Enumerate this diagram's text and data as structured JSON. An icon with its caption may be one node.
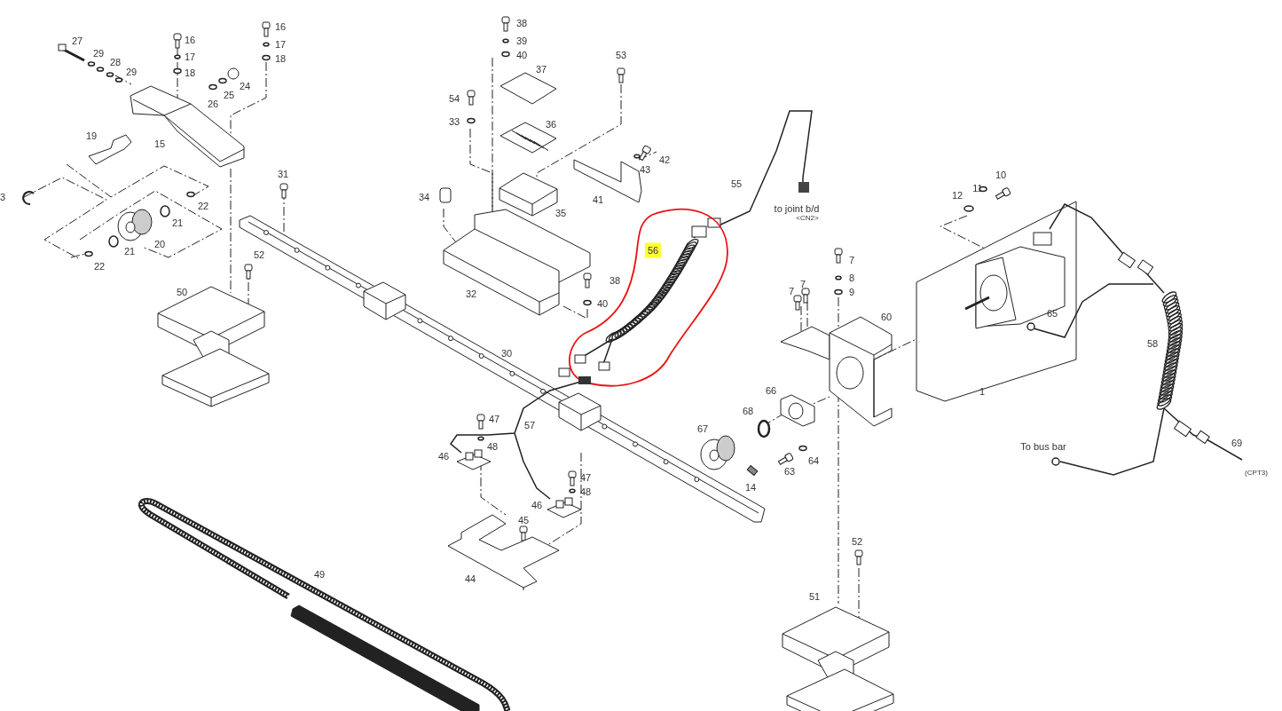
{
  "diagram": {
    "labels": [
      "16",
      "16",
      "38",
      "27",
      "17",
      "17",
      "39",
      "29",
      "28",
      "18",
      "18",
      "40",
      "53",
      "29",
      "24",
      "37",
      "25",
      "26",
      "54",
      "33",
      "36",
      "19",
      "15",
      "42",
      "43",
      "10",
      "31",
      "55",
      "12",
      "11",
      "3",
      "34",
      "22",
      "41",
      "35",
      "to joint b/d",
      "<CN2>",
      "21",
      "56",
      "20",
      "21",
      "52",
      "7",
      "22",
      "8",
      "38",
      "7",
      "7",
      "9",
      "32",
      "50",
      "40",
      "60",
      "65",
      "58",
      "30",
      "1",
      "66",
      "68",
      "47",
      "57",
      "67",
      "69",
      "48",
      "To bus bar",
      "46",
      "64",
      "63",
      "(CPT3)",
      "47",
      "14",
      "48",
      "46",
      "45",
      "52",
      "49",
      "44",
      "51"
    ]
  }
}
